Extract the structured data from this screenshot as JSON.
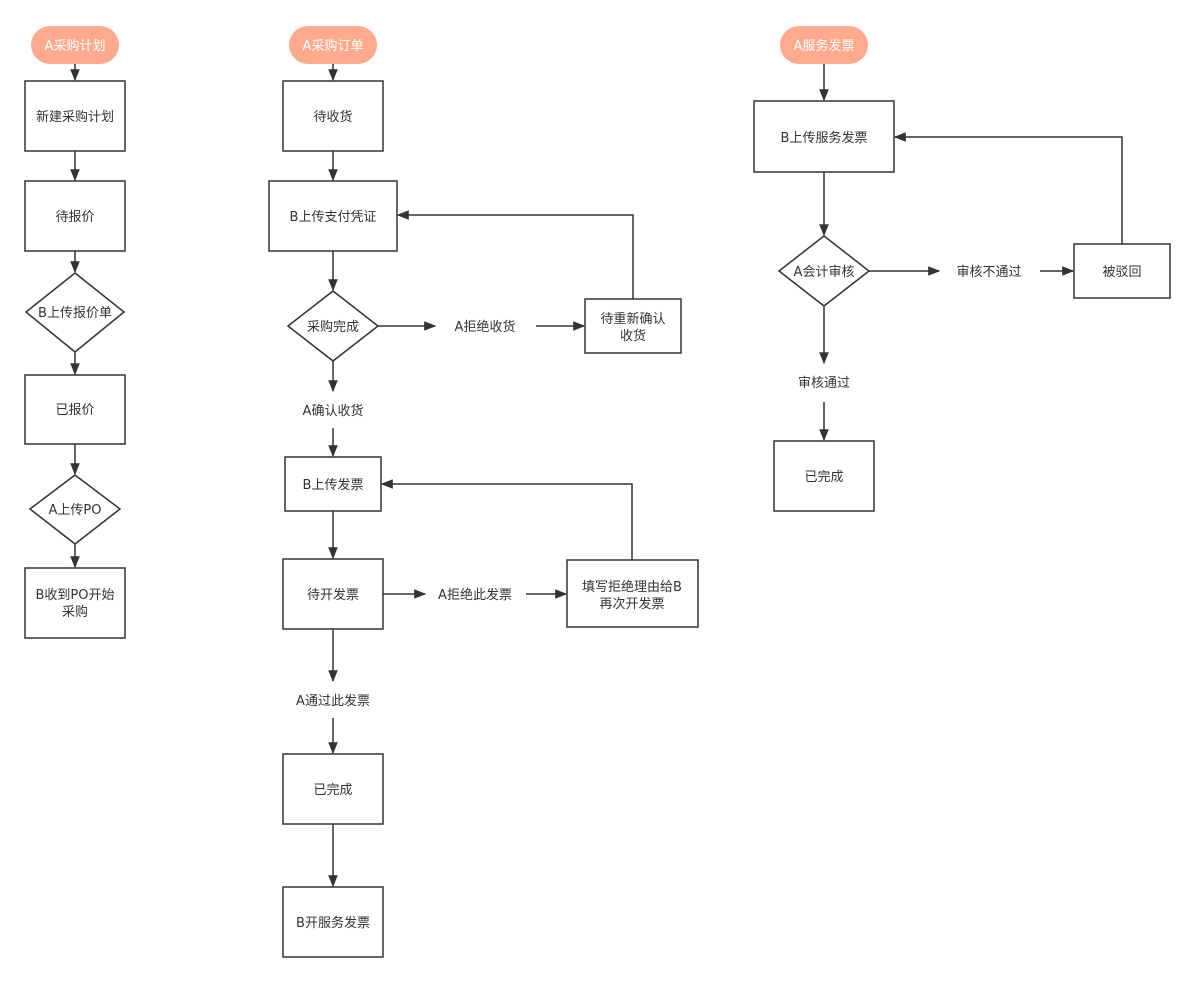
{
  "colors": {
    "start_pill": "#ffaa8c",
    "stroke": "#333333",
    "text": "#333333"
  },
  "col1": {
    "start": "A采购计划",
    "new_plan": "新建采购计划",
    "pending_quote": "待报价",
    "b_upload_quote": "B上传报价单",
    "quoted": "已报价",
    "a_upload_po": "A上传PO",
    "b_receive_po_l1": "B收到PO开始",
    "b_receive_po_l2": "采购"
  },
  "col2": {
    "start": "A采购订单",
    "pending_receipt": "待收货",
    "b_upload_payment": "B上传支付凭证",
    "purchase_done": "采购完成",
    "a_reject_receipt": "A拒绝收货",
    "reconfirm_l1": "待重新确认",
    "reconfirm_l2": "收货",
    "a_confirm_receipt": "A确认收货",
    "b_upload_invoice": "B上传发票",
    "pending_invoice": "待开发票",
    "a_reject_invoice": "A拒绝此发票",
    "fill_reason_l1": "填写拒绝理由给B",
    "fill_reason_l2": "再次开发票",
    "a_pass_invoice": "A通过此发票",
    "completed": "已完成",
    "b_service_invoice": "B开服务发票"
  },
  "col3": {
    "start": "A服务发票",
    "b_upload_service_invoice": "B上传服务发票",
    "a_accounting_review": "A会计审核",
    "review_failed": "审核不通过",
    "rejected": "被驳回",
    "review_passed": "审核通过",
    "completed": "已完成"
  }
}
